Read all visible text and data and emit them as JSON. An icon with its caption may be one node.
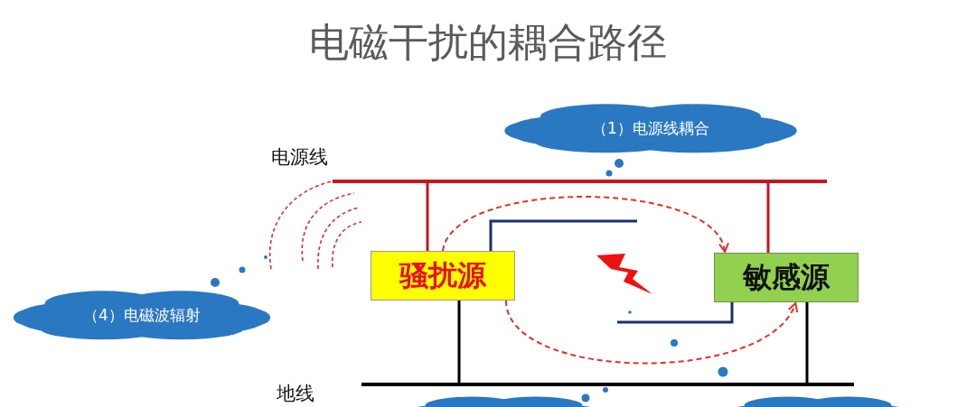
{
  "diagram": {
    "title": "电磁干扰的耦合路径",
    "nodes": [
      {
        "text": [
          "（1）电源线耦合"
        ]
      },
      {
        "text": [
          "骚扰源"
        ]
      },
      {
        "text": [
          "敏感源"
        ]
      },
      {
        "text": [
          "（4）电磁波辐射"
        ]
      },
      {
        "text": [],
        "shape": "cloud"
      },
      {
        "text": [],
        "shape": "cloud"
      },
      {
        "text": [],
        "shape": "bar"
      },
      {
        "text": [],
        "shape": "bar"
      }
    ],
    "edges": [
      {
        "from": 1,
        "to": 2,
        "arrow": "to",
        "style": "dashed",
        "color": "#e0302a"
      },
      {
        "from": 1,
        "to": 2,
        "arrow": "to",
        "style": "dashed",
        "color": "#e0302a"
      },
      {
        "from": 1,
        "to": 6,
        "arrow": "none",
        "color": "#c8141e"
      },
      {
        "from": 2,
        "to": 6,
        "arrow": "none",
        "color": "#c8141e"
      },
      {
        "from": 1,
        "to": 7,
        "arrow": "none",
        "color": "#000000"
      },
      {
        "from": 2,
        "to": 7,
        "arrow": "none",
        "color": "#000000"
      },
      {
        "from": 1,
        "to": null,
        "arrow": "none",
        "color": "#1a2f6e"
      },
      {
        "from": 2,
        "to": null,
        "arrow": "none",
        "color": "#1a2f6e"
      }
    ],
    "labels": [
      "电源线",
      "地线"
    ]
  }
}
